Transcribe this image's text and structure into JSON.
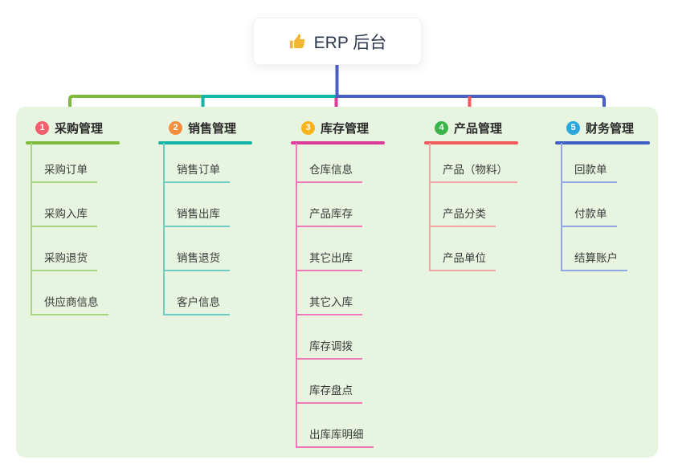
{
  "root": {
    "label": "ERP 后台",
    "icon": "thumbs-up"
  },
  "branches": [
    {
      "number": "1",
      "label": "采购管理",
      "badge_color": "#f2606e",
      "line_color": "#7eba3e",
      "child_line_color": "#a9d57f",
      "children": [
        "采购订单",
        "采购入库",
        "采购退货",
        "供应商信息"
      ]
    },
    {
      "number": "2",
      "label": "销售管理",
      "badge_color": "#f78e3d",
      "line_color": "#13b4a8",
      "child_line_color": "#6fccc3",
      "children": [
        "销售订单",
        "销售出库",
        "销售退货",
        "客户信息"
      ]
    },
    {
      "number": "3",
      "label": "库存管理",
      "badge_color": "#f9b318",
      "line_color": "#dc3a97",
      "child_line_color": "#ee79b7",
      "children": [
        "仓库信息",
        "产品库存",
        "其它出库",
        "其它入库",
        "库存调拨",
        "库存盘点",
        "出库库明细"
      ]
    },
    {
      "number": "4",
      "label": "产品管理",
      "badge_color": "#3bb54a",
      "line_color": "#f15b5d",
      "child_line_color": "#f5a3a4",
      "children": [
        "产品（物料）",
        "产品分类",
        "产品单位"
      ]
    },
    {
      "number": "5",
      "label": "财务管理",
      "badge_color": "#2aa8dc",
      "line_color": "#3f5dc6",
      "child_line_color": "#91a6e3",
      "children": [
        "回款单",
        "付款单",
        "结算账户"
      ]
    }
  ],
  "colors": {
    "trunk": "#4a5ec8",
    "panel_bg": "#e7f5e0",
    "root_icon": "#f2b632"
  }
}
